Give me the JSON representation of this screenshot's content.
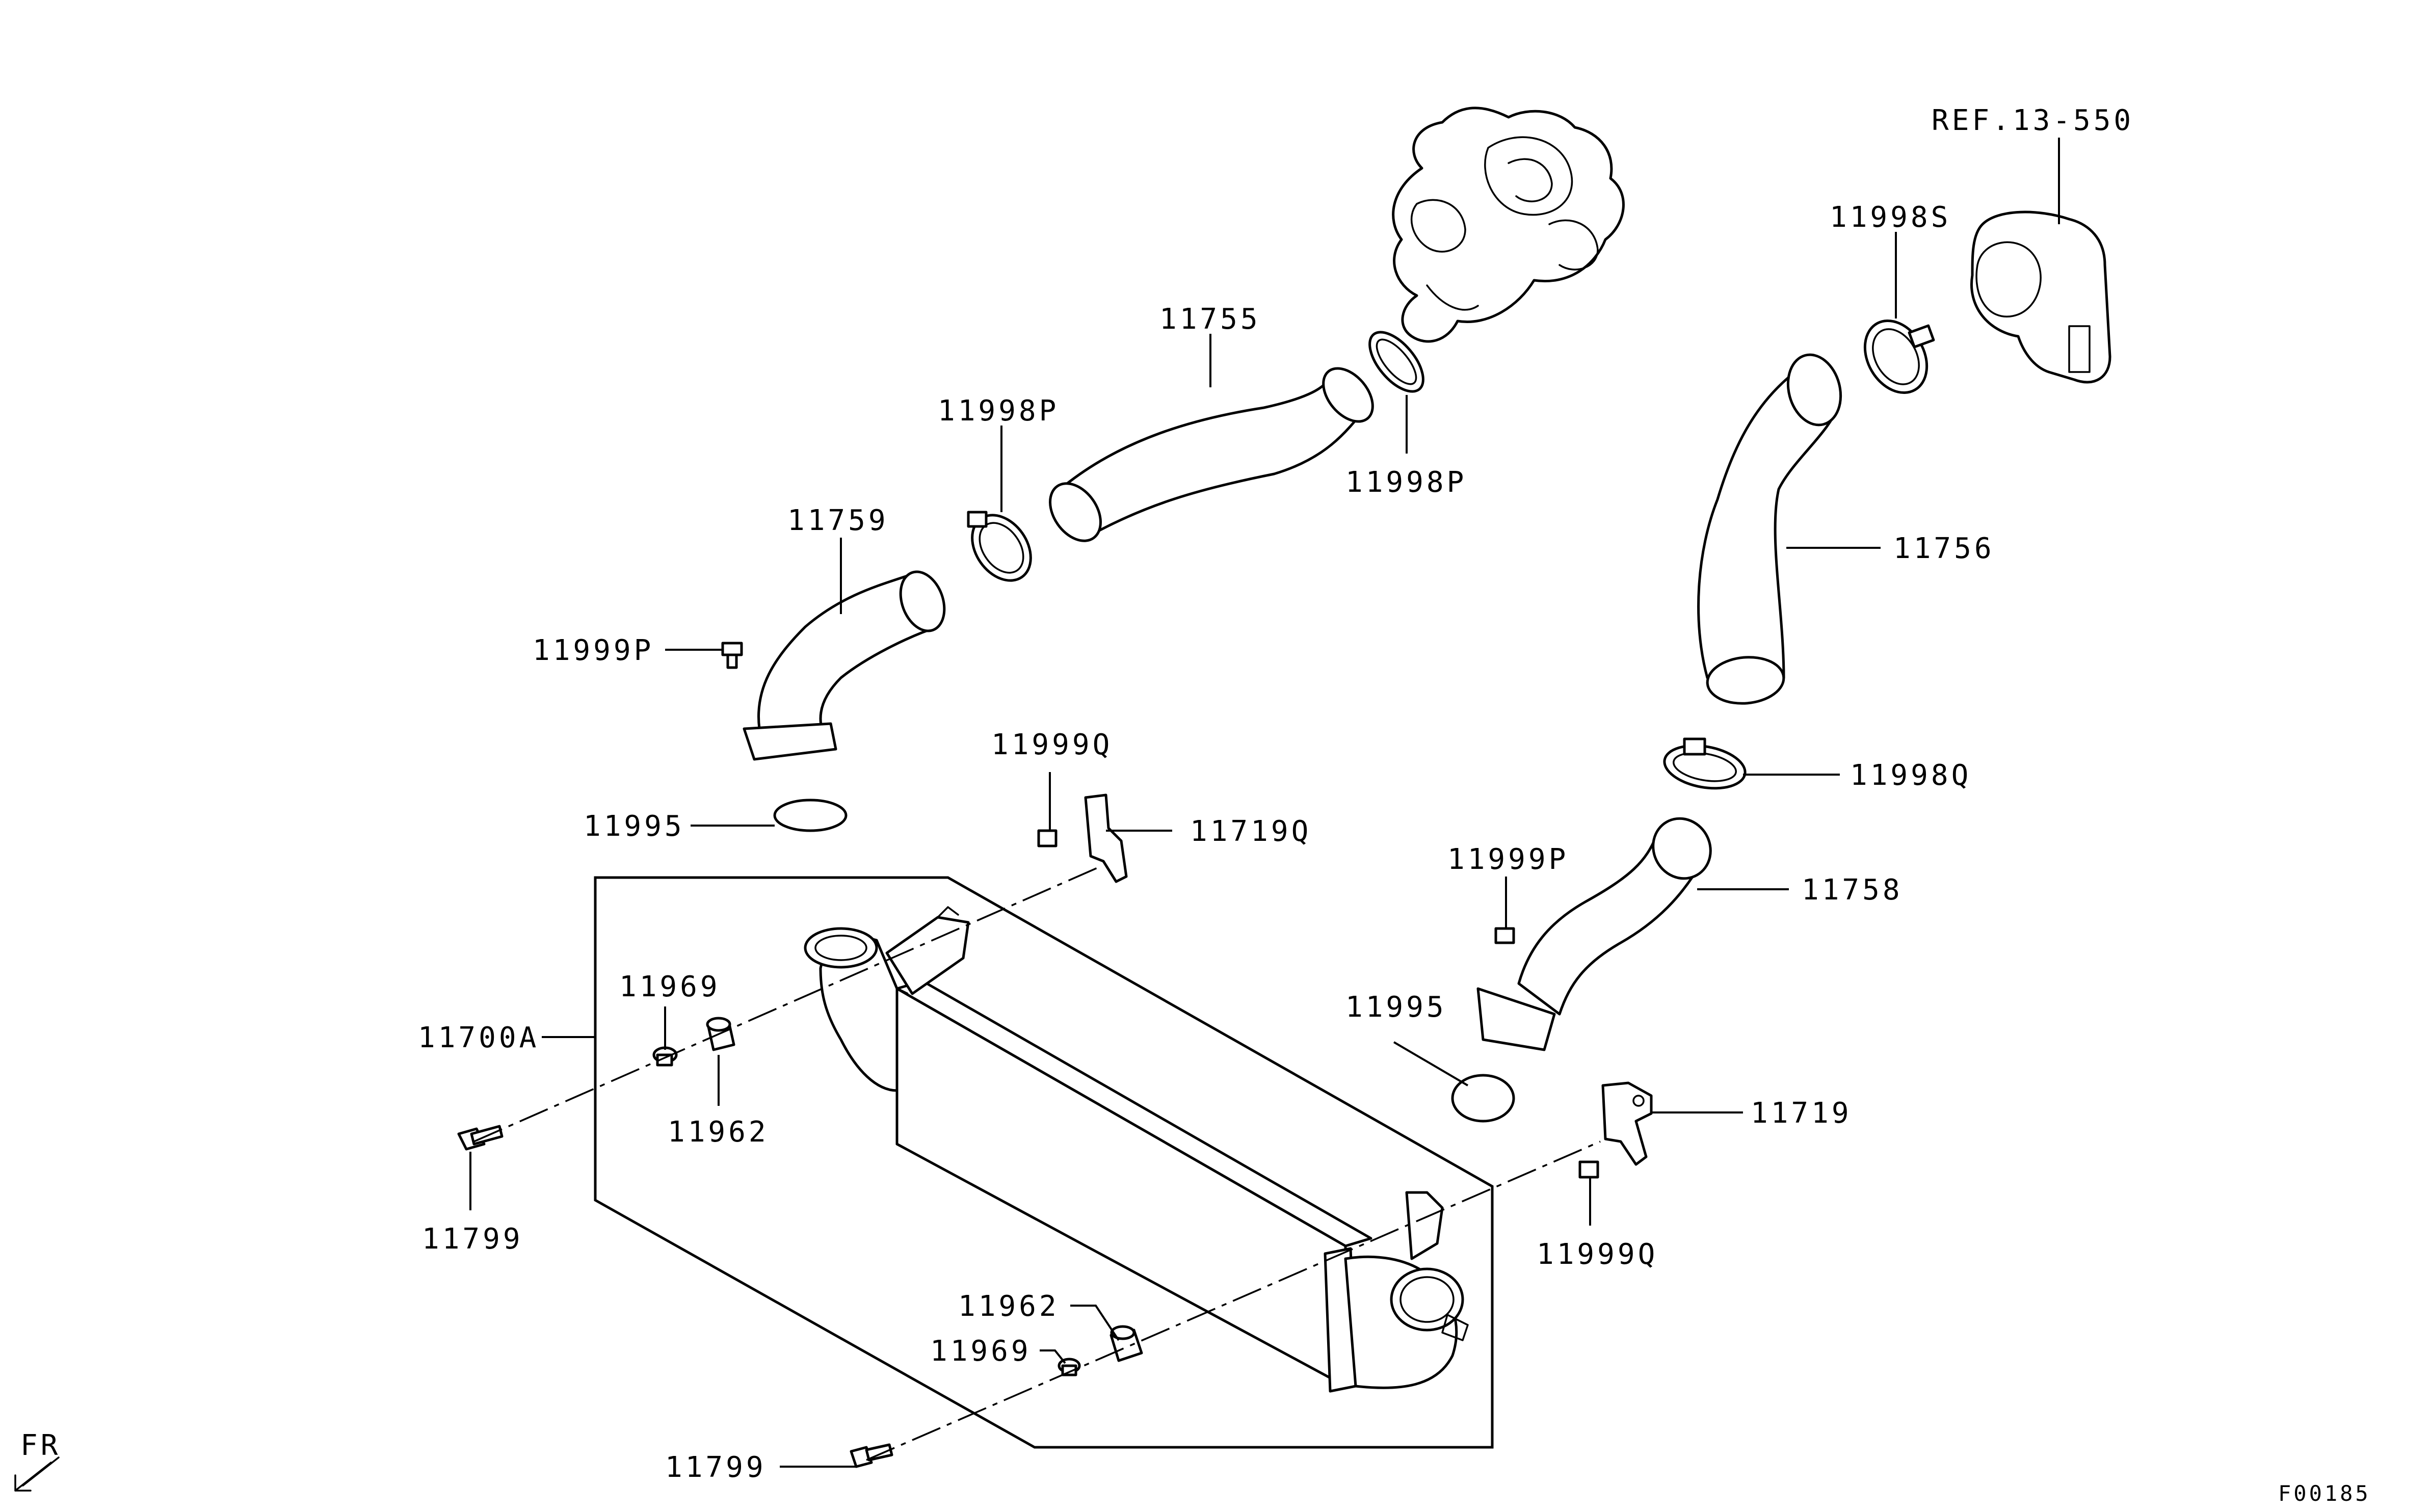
{
  "diagram": {
    "labels": {
      "ref": "REF.13-550",
      "c11998S": "11998S",
      "h11755": "11755",
      "c11998P_left": "11998P",
      "c11998P_right": "11998P",
      "h11759": "11759",
      "b11999P_left": "11999P",
      "h11756": "11756",
      "c11998Q": "11998Q",
      "b11999Q_top": "11999Q",
      "br11719Q": "11719Q",
      "g11995_left": "11995",
      "b11999P_right": "11999P",
      "h11758": "11758",
      "g11995_right": "11995",
      "ic11700A": "11700A",
      "w11969_top": "11969",
      "r11962_top": "11962",
      "br11719": "11719",
      "bolt11799_left": "11799",
      "b11999Q_bottom": "11999Q",
      "r11962_bottom": "11962",
      "w11969_bottom": "11969",
      "bolt11799_bottom": "11799",
      "fr": "FR",
      "figure_code": "F00185"
    }
  }
}
